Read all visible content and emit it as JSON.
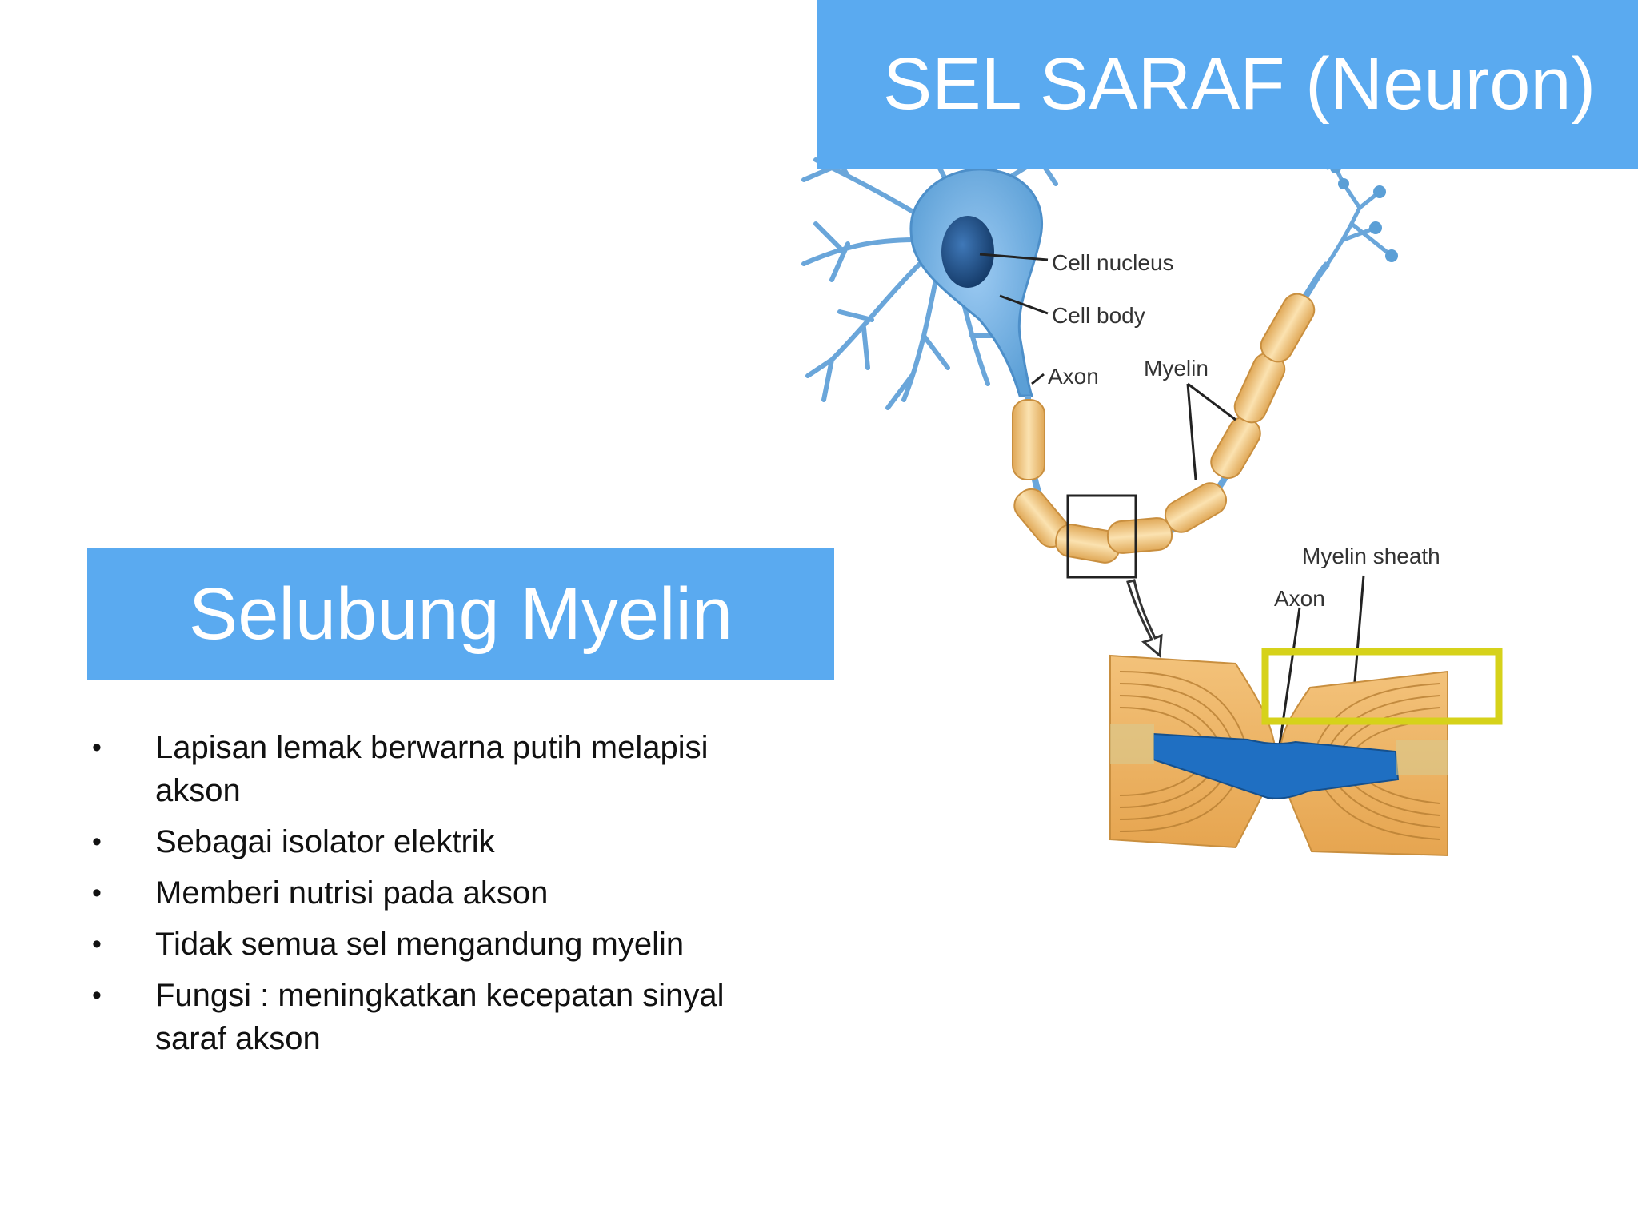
{
  "title": "SEL SARAF (Neuron)",
  "subtitle": "Selubung Myelin",
  "bullets": [
    "Lapisan lemak berwarna putih melapisi akson",
    "Sebagai isolator elektrik",
    "Memberi nutrisi pada akson",
    "Tidak semua sel mengandung myelin",
    "Fungsi : meningkatkan kecepatan sinyal saraf akson"
  ],
  "bullet_symbol": "•",
  "diagram": {
    "labels": {
      "cell_nucleus": "Cell nucleus",
      "cell_body": "Cell body",
      "axon": "Axon",
      "myelin": "Myelin",
      "myelin_sheath": "Myelin sheath",
      "axon_detail": "Axon"
    },
    "colors": {
      "neuron": "#5b9fd6",
      "nucleus": "#1f4f86",
      "myelin": "#f1c77d",
      "axon_core": "#1f6fc2",
      "highlight_box": "#d6d21a"
    }
  },
  "colors": {
    "banner": "#5aaaf0",
    "banner_text": "#ffffff",
    "body_text": "#111111"
  }
}
